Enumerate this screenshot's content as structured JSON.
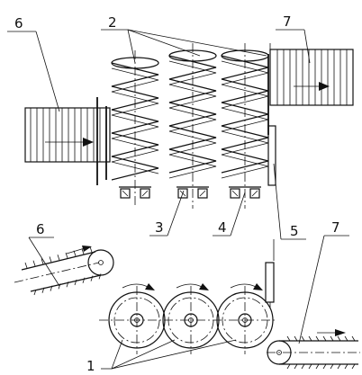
{
  "diagram": {
    "labels": {
      "l1": "1",
      "l2": "2",
      "l3": "3",
      "l4": "4",
      "l5": "5",
      "l6_top": "6",
      "l6_bottom": "6",
      "l7_top": "7",
      "l7_bottom": "7"
    },
    "colors": {
      "ink": "#111111",
      "paper": "#ffffff"
    }
  }
}
